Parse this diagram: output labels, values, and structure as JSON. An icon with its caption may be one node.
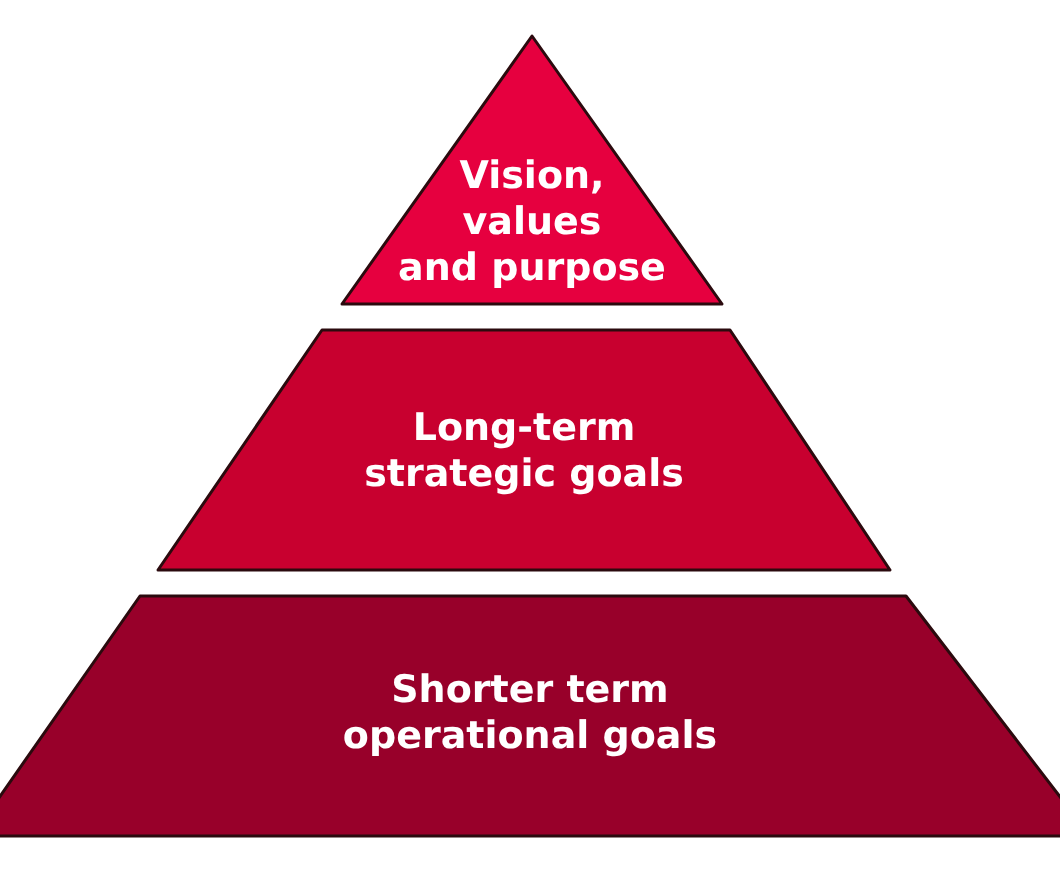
{
  "diagram": {
    "nodes": [
      {
        "text": [
          "Vision, values and purpose"
        ]
      },
      {
        "text": [
          "Long-term strategic goals"
        ]
      },
      {
        "text": [
          "Shorter term operational goals"
        ]
      }
    ]
  }
}
